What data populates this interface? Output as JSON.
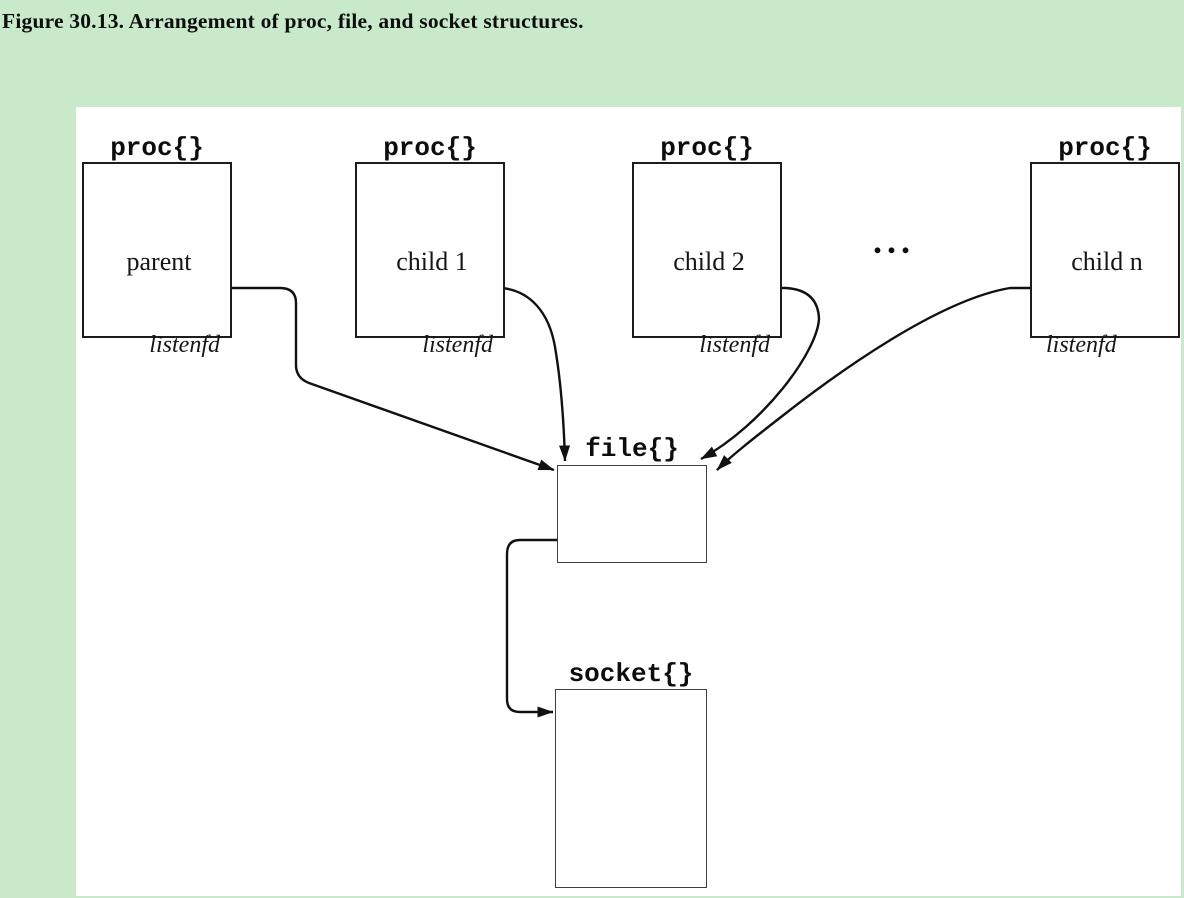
{
  "figure": {
    "caption": "Figure 30.13. Arrangement of proc, file, and socket structures."
  },
  "diagram": {
    "procs": [
      {
        "type_label": "proc{}",
        "name": "parent",
        "field": "listenfd"
      },
      {
        "type_label": "proc{}",
        "name": "child 1",
        "field": "listenfd"
      },
      {
        "type_label": "proc{}",
        "name": "child 2",
        "field": "listenfd"
      },
      {
        "type_label": "proc{}",
        "name": "child n",
        "field": "listenfd"
      }
    ],
    "ellipsis": "...",
    "file_label": "file{}",
    "socket_label": "socket{}",
    "relations": [
      "parent.listenfd -> file{}",
      "child1.listenfd -> file{}",
      "child2.listenfd -> file{}",
      "childn.listenfd -> file{}",
      "file{} -> socket{}"
    ]
  },
  "colors": {
    "page_background": "#c8eaca",
    "panel_background": "#ffffff",
    "line": "#111111",
    "text": "#0d0d0d"
  }
}
